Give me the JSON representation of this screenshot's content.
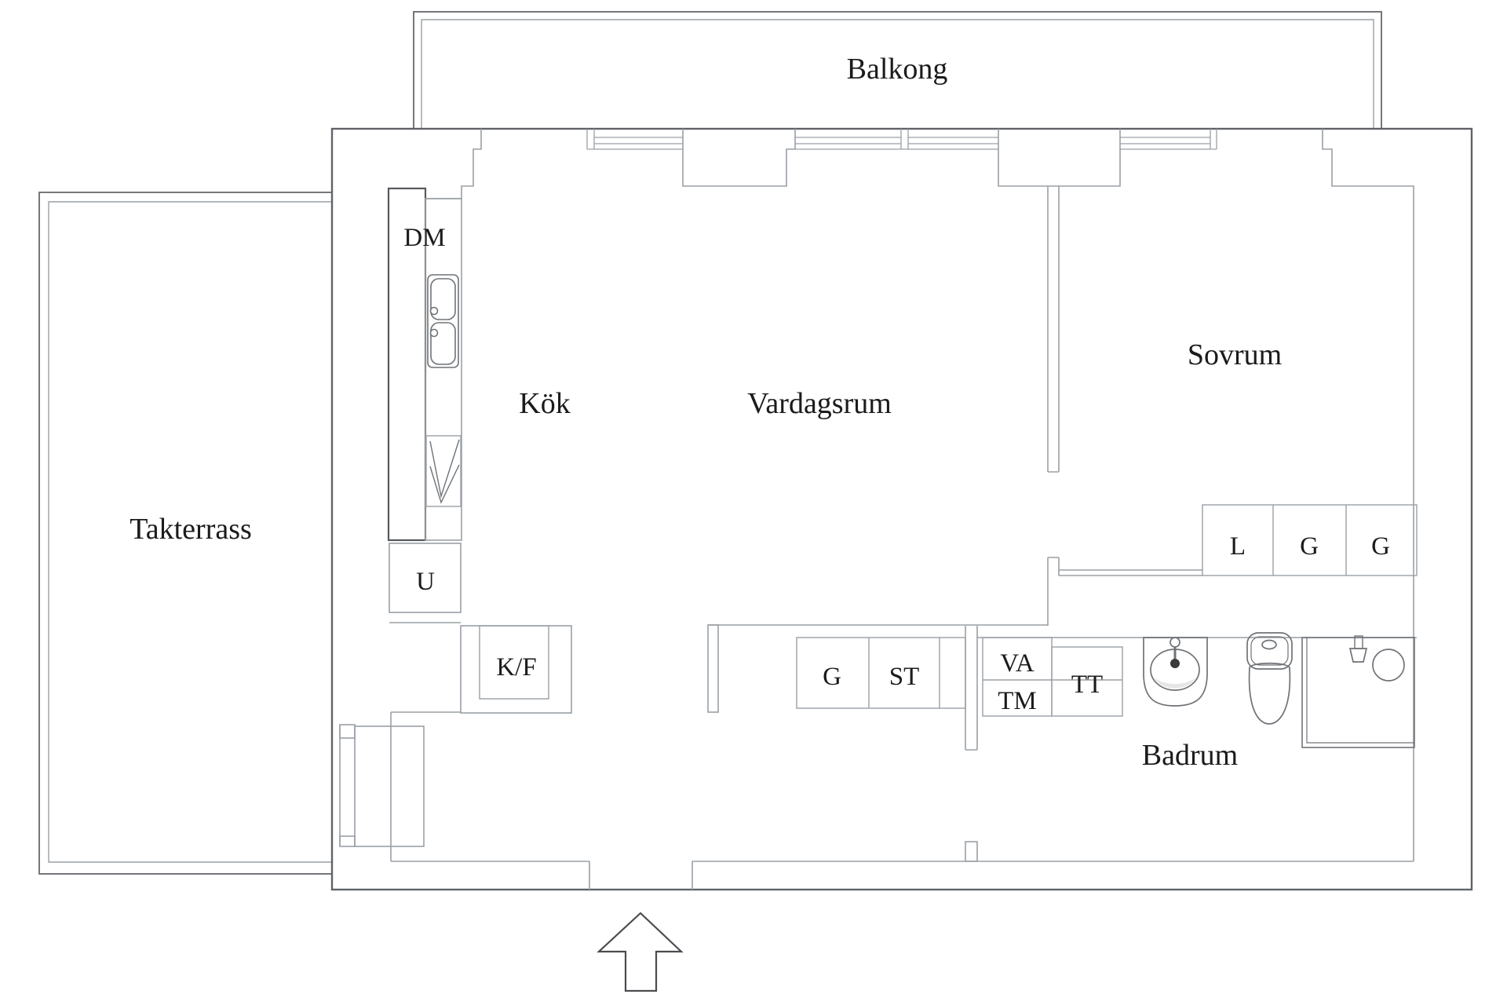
{
  "document": {
    "type": "apartment floor plan",
    "language": "Swedish"
  },
  "colors": {
    "background": "#ffffff",
    "outer_wall": "#5f6368",
    "mid_wall": "#74777b",
    "inner_line": "#9aa0a6",
    "fixture_line": "#6f7377",
    "text": "#1b1b1b",
    "basin_shade": "#e6e6e6"
  },
  "rooms": {
    "balkong": "Balkong",
    "takterrass": "Takterrass",
    "kok": "Kök",
    "vardagsrum": "Vardagsrum",
    "sovrum": "Sovrum",
    "badrum": "Badrum"
  },
  "fixtures": {
    "dm": "DM",
    "u": "U",
    "kf": "K/F",
    "g_hall": "G",
    "st": "ST",
    "va": "VA",
    "tm": "TM",
    "tt": "TT",
    "closet_l": "L",
    "closet_g1": "G",
    "closet_g2": "G"
  },
  "symbols": {
    "entry_arrow": "up"
  }
}
